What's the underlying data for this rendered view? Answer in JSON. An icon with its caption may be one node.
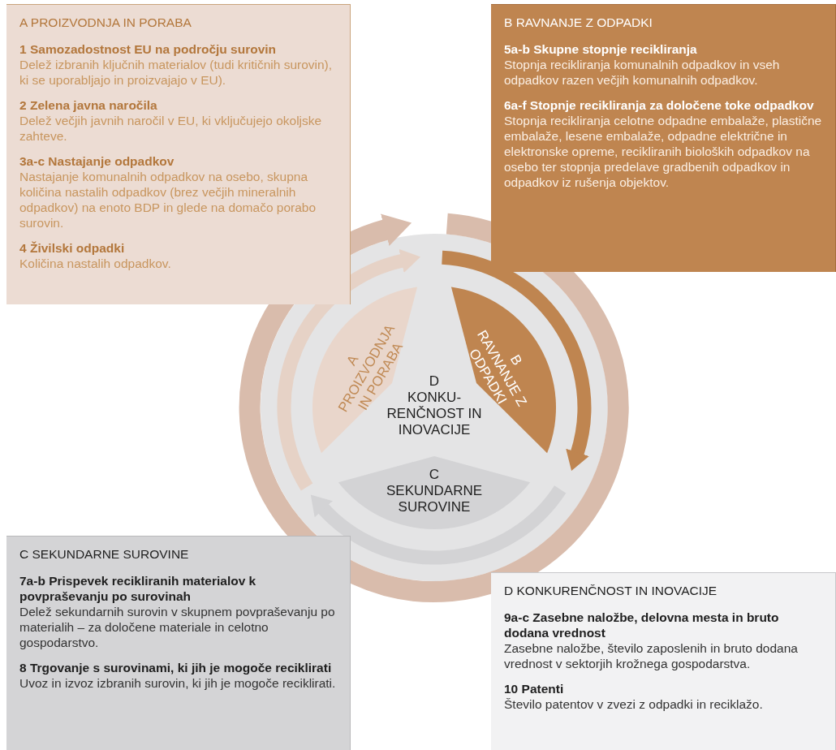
{
  "diagram": {
    "nodes": [
      {
        "text": [
          "A PROIZVODNJA IN PORABA",
          "1 Samozadostnost EU na področju surovin",
          "Delež izbranih ključnih materialov (tudi kritičnih surovin), ki se uporabljajo in proizvajajo v EU).",
          "2 Zelena javna naročila",
          "Delež večjih javnih naročil v EU, ki vključujejo okoljske zahteve.",
          "3a-c Nastajanje odpadkov",
          "Nastajanje komunalnih odpadkov na osebo, skupna količina nastalih odpadkov (brez večjih mineralnih odpadkov) na enoto BDP in glede na domačo porabo surovin.",
          "4 Živilski odpadki",
          "Količina nastalih odpadkov."
        ]
      },
      {
        "text": [
          "B RAVNANJE Z ODPADKI",
          "5a-b Skupne stopnje recikliranja",
          "Stopnja recikliranja komunalnih odpadkov in vseh odpadkov razen večjih komunalnih odpadkov.",
          "6a-f Stopnje recikliranja za določene toke odpadkov",
          "Stopnja recikliranja celotne odpadne embalaže, plastične embalaže, lesene embalaže, odpadne električne in elektronske opreme, recikliranih bioloških odpadkov na osebo ter stopnja predelave gradbenih odpadkov in odpadkov iz rušenja objektov."
        ]
      },
      {
        "text": [
          "A",
          "PROIZVODNJA IN PORABA"
        ]
      },
      {
        "text": [
          "B",
          "RAVNANJE Z ODPADKI"
        ]
      },
      {
        "text": [
          "D",
          "KONKU- RENČNOST IN INOVACIJE"
        ]
      },
      {
        "text": [
          "C",
          "SEKUNDARNE SUROVINE"
        ]
      },
      {
        "text": [
          "C SEKUNDARNE SUROVINE",
          "7a-b Prispevek recikliranih materialov k povpraševanju po surovinah",
          "Delež sekundarnih surovin v skupnem povpraševanju po materialih – za določene materiale in celotno gospodarstvo.",
          "8 Trgovanje s surovinami, ki jih je mogoče reciklirati",
          "Uvoz in izvoz izbranih surovin, ki jih je mogoče reciklirati."
        ]
      },
      {
        "text": [
          "D KONKURENČNOST IN INOVACIJE",
          "9a-c Zasebne naložbe, delovna mesta in bruto dodana vrednost",
          "Zasebne naložbe, število zaposlenih in bruto dodana vrednost v sektorjih krožnega gospodarstva.",
          "10 Patenti",
          "Število patentov v zvezi z odpadki in reciklažo."
        ]
      }
    ]
  }
}
